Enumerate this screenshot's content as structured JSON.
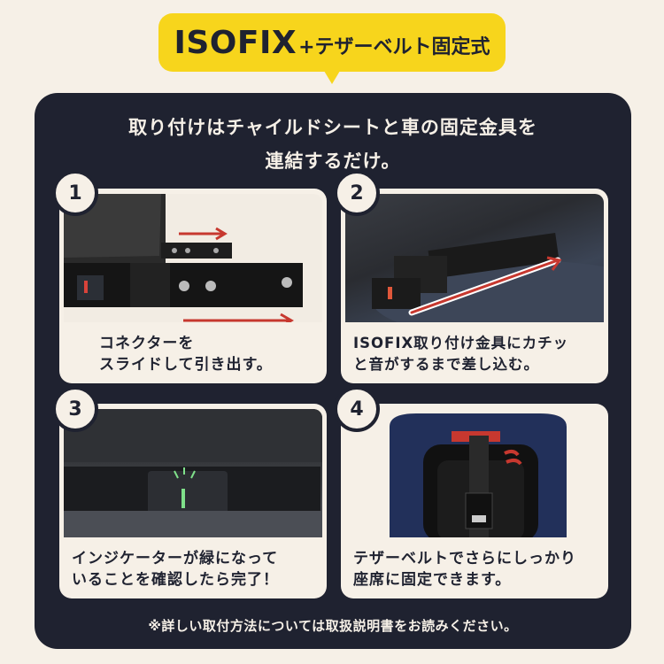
{
  "header": {
    "title_main": "ISOFIX",
    "title_sub": "+テザーベルト固定式",
    "accent_color": "#f7d51c"
  },
  "panel": {
    "lead_line1": "取り付けはチャイルドシートと車の固定金具を",
    "lead_line2": "連結するだけ。",
    "background_color": "#1f2230",
    "note": "※詳しい取付方法については取扱説明書をお読みください。"
  },
  "steps": [
    {
      "number": "1",
      "line1": "コネクターを",
      "line2": "スライドして引き出す。",
      "image": "connector-slide-photo"
    },
    {
      "number": "2",
      "line1": "ISOFIX取り付け金具にカチッ",
      "line2": "と音がするまで差し込む。",
      "image": "isofix-insert-photo"
    },
    {
      "number": "3",
      "line1": "インジケーターが緑になって",
      "line2": "いることを確認したら完了！",
      "image": "indicator-green-photo"
    },
    {
      "number": "4",
      "line1": "テザーベルトでさらにしっかり",
      "line2": "座席に固定できます。",
      "image": "tether-belt-photo"
    }
  ]
}
